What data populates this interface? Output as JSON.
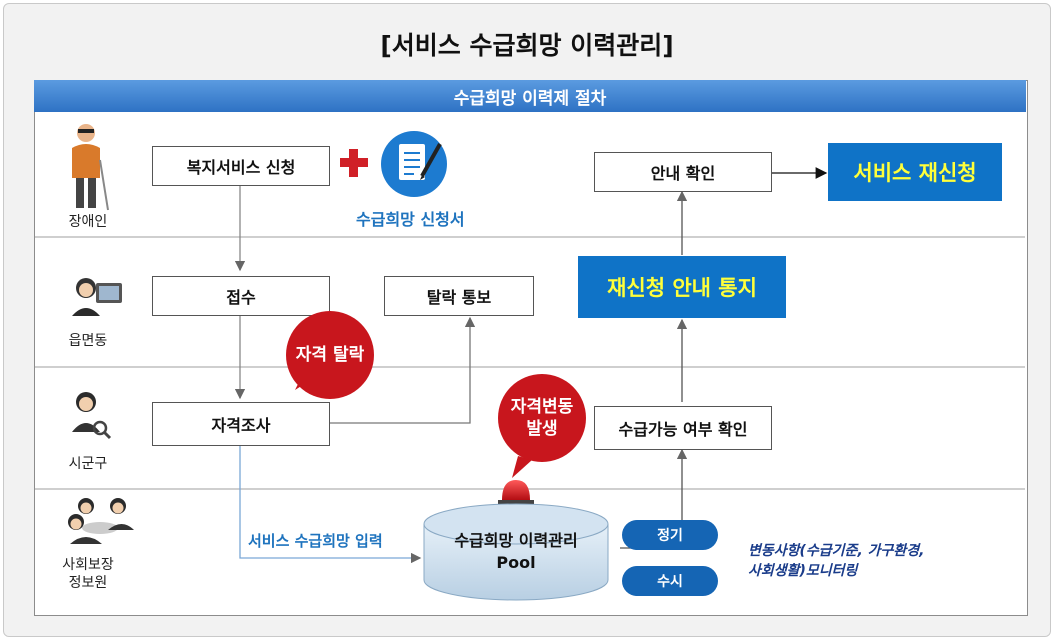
{
  "title": "[서비스 수급희망 이력관리]",
  "banner": "수급희망 이력제 절차",
  "roles": {
    "disabled": "장애인",
    "town": "읍면동",
    "city": "시군구",
    "ssis": [
      "사회보장",
      "정보원"
    ]
  },
  "boxes": {
    "apply": "복지서비스 신청",
    "receive": "접수",
    "investigate": "자격조사",
    "reject_notice": "탈락 통보",
    "guide_check": "안내 확인",
    "eligibility_check": "수급가능 여부 확인"
  },
  "highlight": {
    "reapply": "서비스 재신청",
    "reapply_notice": "재신청 안내 통지"
  },
  "form_label": "수급희망 신청서",
  "bubbles": {
    "disqualified": "자격 탈락",
    "change_line1": "자격변동",
    "change_line2": "발생"
  },
  "pool": {
    "line1": "수급희망 이력관리",
    "line2": "Pool"
  },
  "input_label": "서비스 수급희망  입력",
  "pills": {
    "regular": "정기",
    "ad_hoc": "수시"
  },
  "monitor_note": [
    "변동사항(수급기준, 가구환경,",
    "사회생활)모니터링"
  ],
  "colors": {
    "accent_blue": "#0f73c7",
    "highlight_yellow": "#ffff3a",
    "bubble_red": "#c8161d"
  }
}
